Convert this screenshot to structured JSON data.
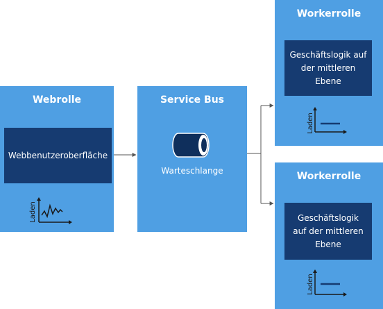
{
  "web_role": {
    "title": "Webrolle",
    "ui_label": "Webbenutzeroberfläche",
    "load_label": "Laden"
  },
  "service_bus": {
    "title": "Service Bus",
    "queue_label": "Warteschlange"
  },
  "worker_roles": [
    {
      "title": "Workerrolle",
      "logic_lines": [
        "Geschäftslogik auf",
        "der mittleren",
        "Ebene"
      ],
      "load_label": "Laden"
    },
    {
      "title": "Workerrolle",
      "logic_lines": [
        "Geschäftslogik",
        "auf der mittleren",
        "Ebene"
      ],
      "load_label": "Laden"
    }
  ],
  "colors": {
    "box_fill": "#4f9fe3",
    "inner_fill": "#163b71",
    "connector": "#555555"
  }
}
